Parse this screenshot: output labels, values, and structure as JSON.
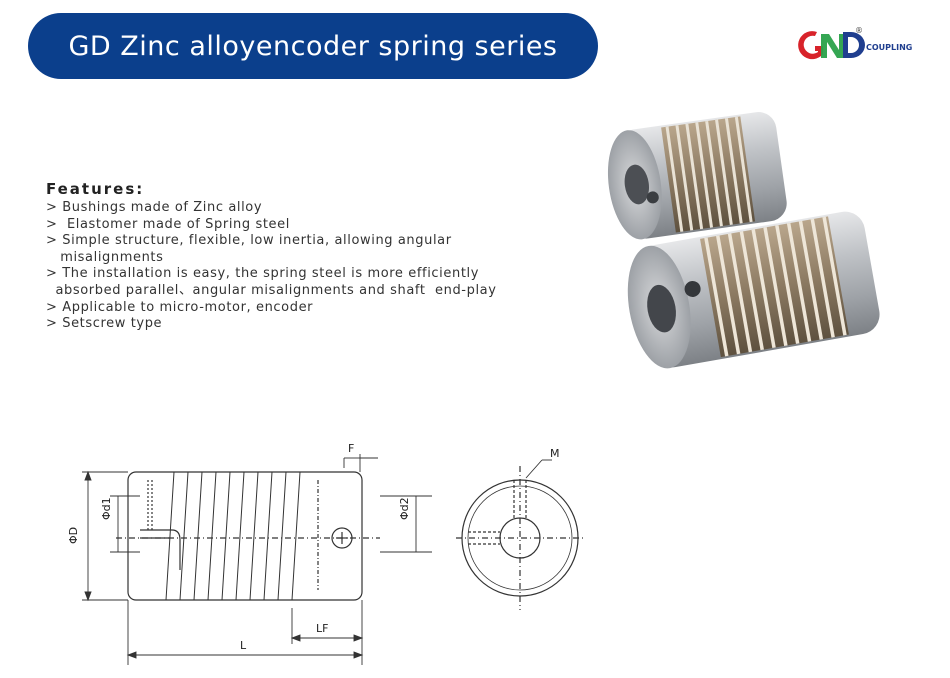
{
  "title": "GD Zinc alloyencoder spring series",
  "logo": {
    "mark": "GND",
    "registered": "®",
    "text": "COUPLING"
  },
  "features": {
    "heading": "Features:",
    "items": [
      "> Bushings made of Zinc alloy",
      ">  Elastomer made of Spring steel",
      "> Simple structure, flexible, low inertia, allowing angular",
      "   misalignments",
      "> The installation is easy, the spring steel is more efficiently",
      "  absorbed parallel、angular misalignments and shaft  end-play",
      "> Applicable to micro-motor, encoder",
      "> Setscrew type"
    ]
  },
  "drawing": {
    "labels": {
      "D": "ΦD",
      "d1": "Φd1",
      "d2": "Φd2",
      "F": "F",
      "LF": "LF",
      "L": "L",
      "M": "M"
    }
  },
  "colors": {
    "banner": "#0b3f8c",
    "logo_red": "#d8232a",
    "logo_green": "#2aa14a",
    "logo_blue": "#1f3e8f"
  }
}
